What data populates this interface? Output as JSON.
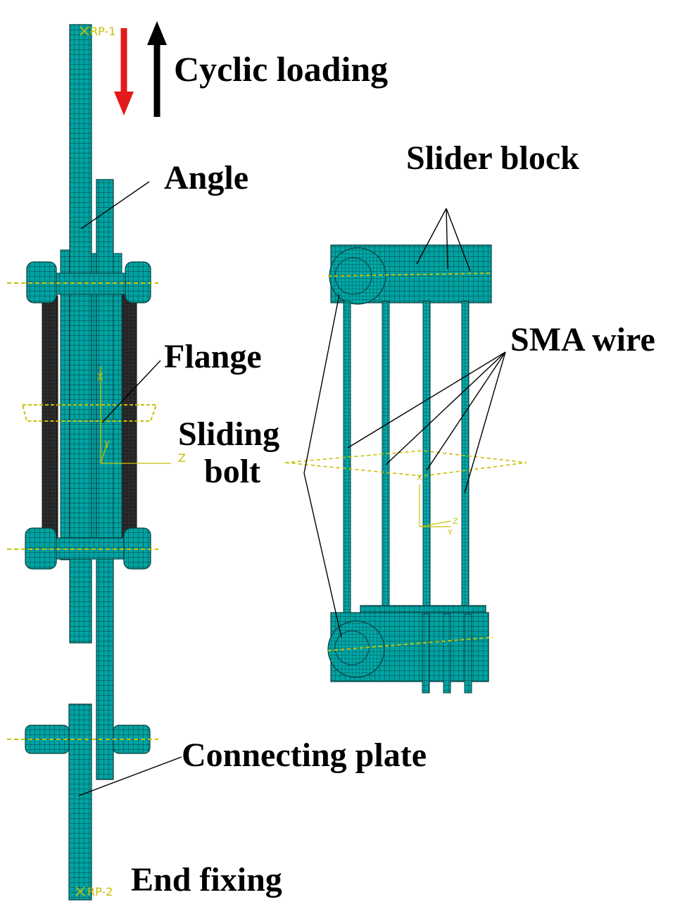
{
  "colors": {
    "mesh_fill": "#00a3a3",
    "mesh_line": "#0b3b3b",
    "wire_fill": "#2c2c2c",
    "axis": "#c8c000",
    "arrow_down": "#e11b1b",
    "arrow_up": "#000000",
    "leader": "#000000"
  },
  "labels": {
    "cyclic_loading": "Cyclic loading",
    "angle": "Angle",
    "flange": "Flange",
    "sliding_bolt_line1": "Sliding",
    "sliding_bolt_line2": "bolt",
    "slider_block": "Slider block",
    "sma_wire": "SMA wire",
    "connecting_plate": "Connecting plate",
    "end_fixing": "End fixing"
  },
  "reference_points": {
    "top": "RP-1",
    "bottom": "RP-2"
  },
  "axis_labels": {
    "left_z": "Z",
    "left_x": "X",
    "left_y": "Y",
    "right_x": "X",
    "right_y": "Y",
    "right_z": "Z"
  }
}
